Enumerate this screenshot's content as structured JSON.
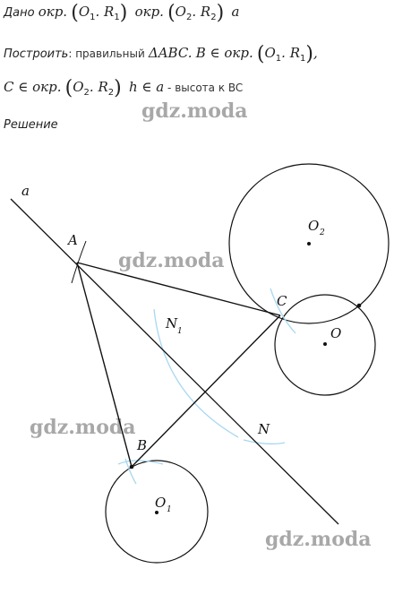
{
  "header": {
    "given_label": "Дано",
    "given_c1": "окр.",
    "given_O1": "O",
    "given_O1_sub": "1",
    "given_R1": "R",
    "given_R1_sub": "1",
    "given_c2": "окр.",
    "given_O2": "O",
    "given_O2_sub": "2",
    "given_R2": "R",
    "given_R2_sub": "2",
    "given_a": "a",
    "construct_label": "Построить",
    "construct_text": ": правильный",
    "construct_tri": "ΔABC.",
    "construct_B": "B ∈ окр.",
    "construct_O1": "O",
    "construct_O1_sub": "1",
    "construct_R1": "R",
    "construct_R1_sub": "1",
    "line3_C": "C ∈ окр.",
    "line3_O2": "O",
    "line3_O2_sub": "2",
    "line3_R2": "R",
    "line3_R2_sub": "2",
    "line3_h": "h ∈ a",
    "line3_rest": " - высота к BC",
    "solution_label": "Решение"
  },
  "watermark": "gdz.moda",
  "figure": {
    "labels": {
      "a": "a",
      "A": "A",
      "B": "B",
      "C": "C",
      "N": "N",
      "N1": "N",
      "N1_sub": "1",
      "O": "O",
      "O1": "O",
      "O1_sub": "1",
      "O2": "O",
      "O2_sub": "2"
    },
    "colors": {
      "ink": "#111111",
      "arc": "#a8d8f0"
    }
  }
}
